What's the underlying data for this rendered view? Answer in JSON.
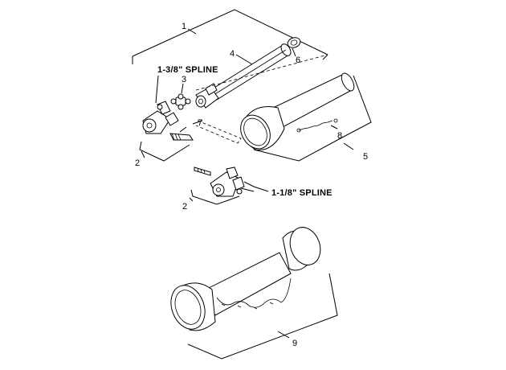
{
  "diagram": {
    "callouts": {
      "c1": "1",
      "c2a": "2",
      "c2b": "2",
      "c3": "3",
      "c4": "4",
      "c5": "5",
      "c6": "6",
      "c7": "7",
      "c8": "8",
      "c9": "9"
    },
    "captions": {
      "spline_upper": "1-3/8\" SPLINE",
      "spline_lower": "1-1/8\" SPLINE"
    }
  }
}
